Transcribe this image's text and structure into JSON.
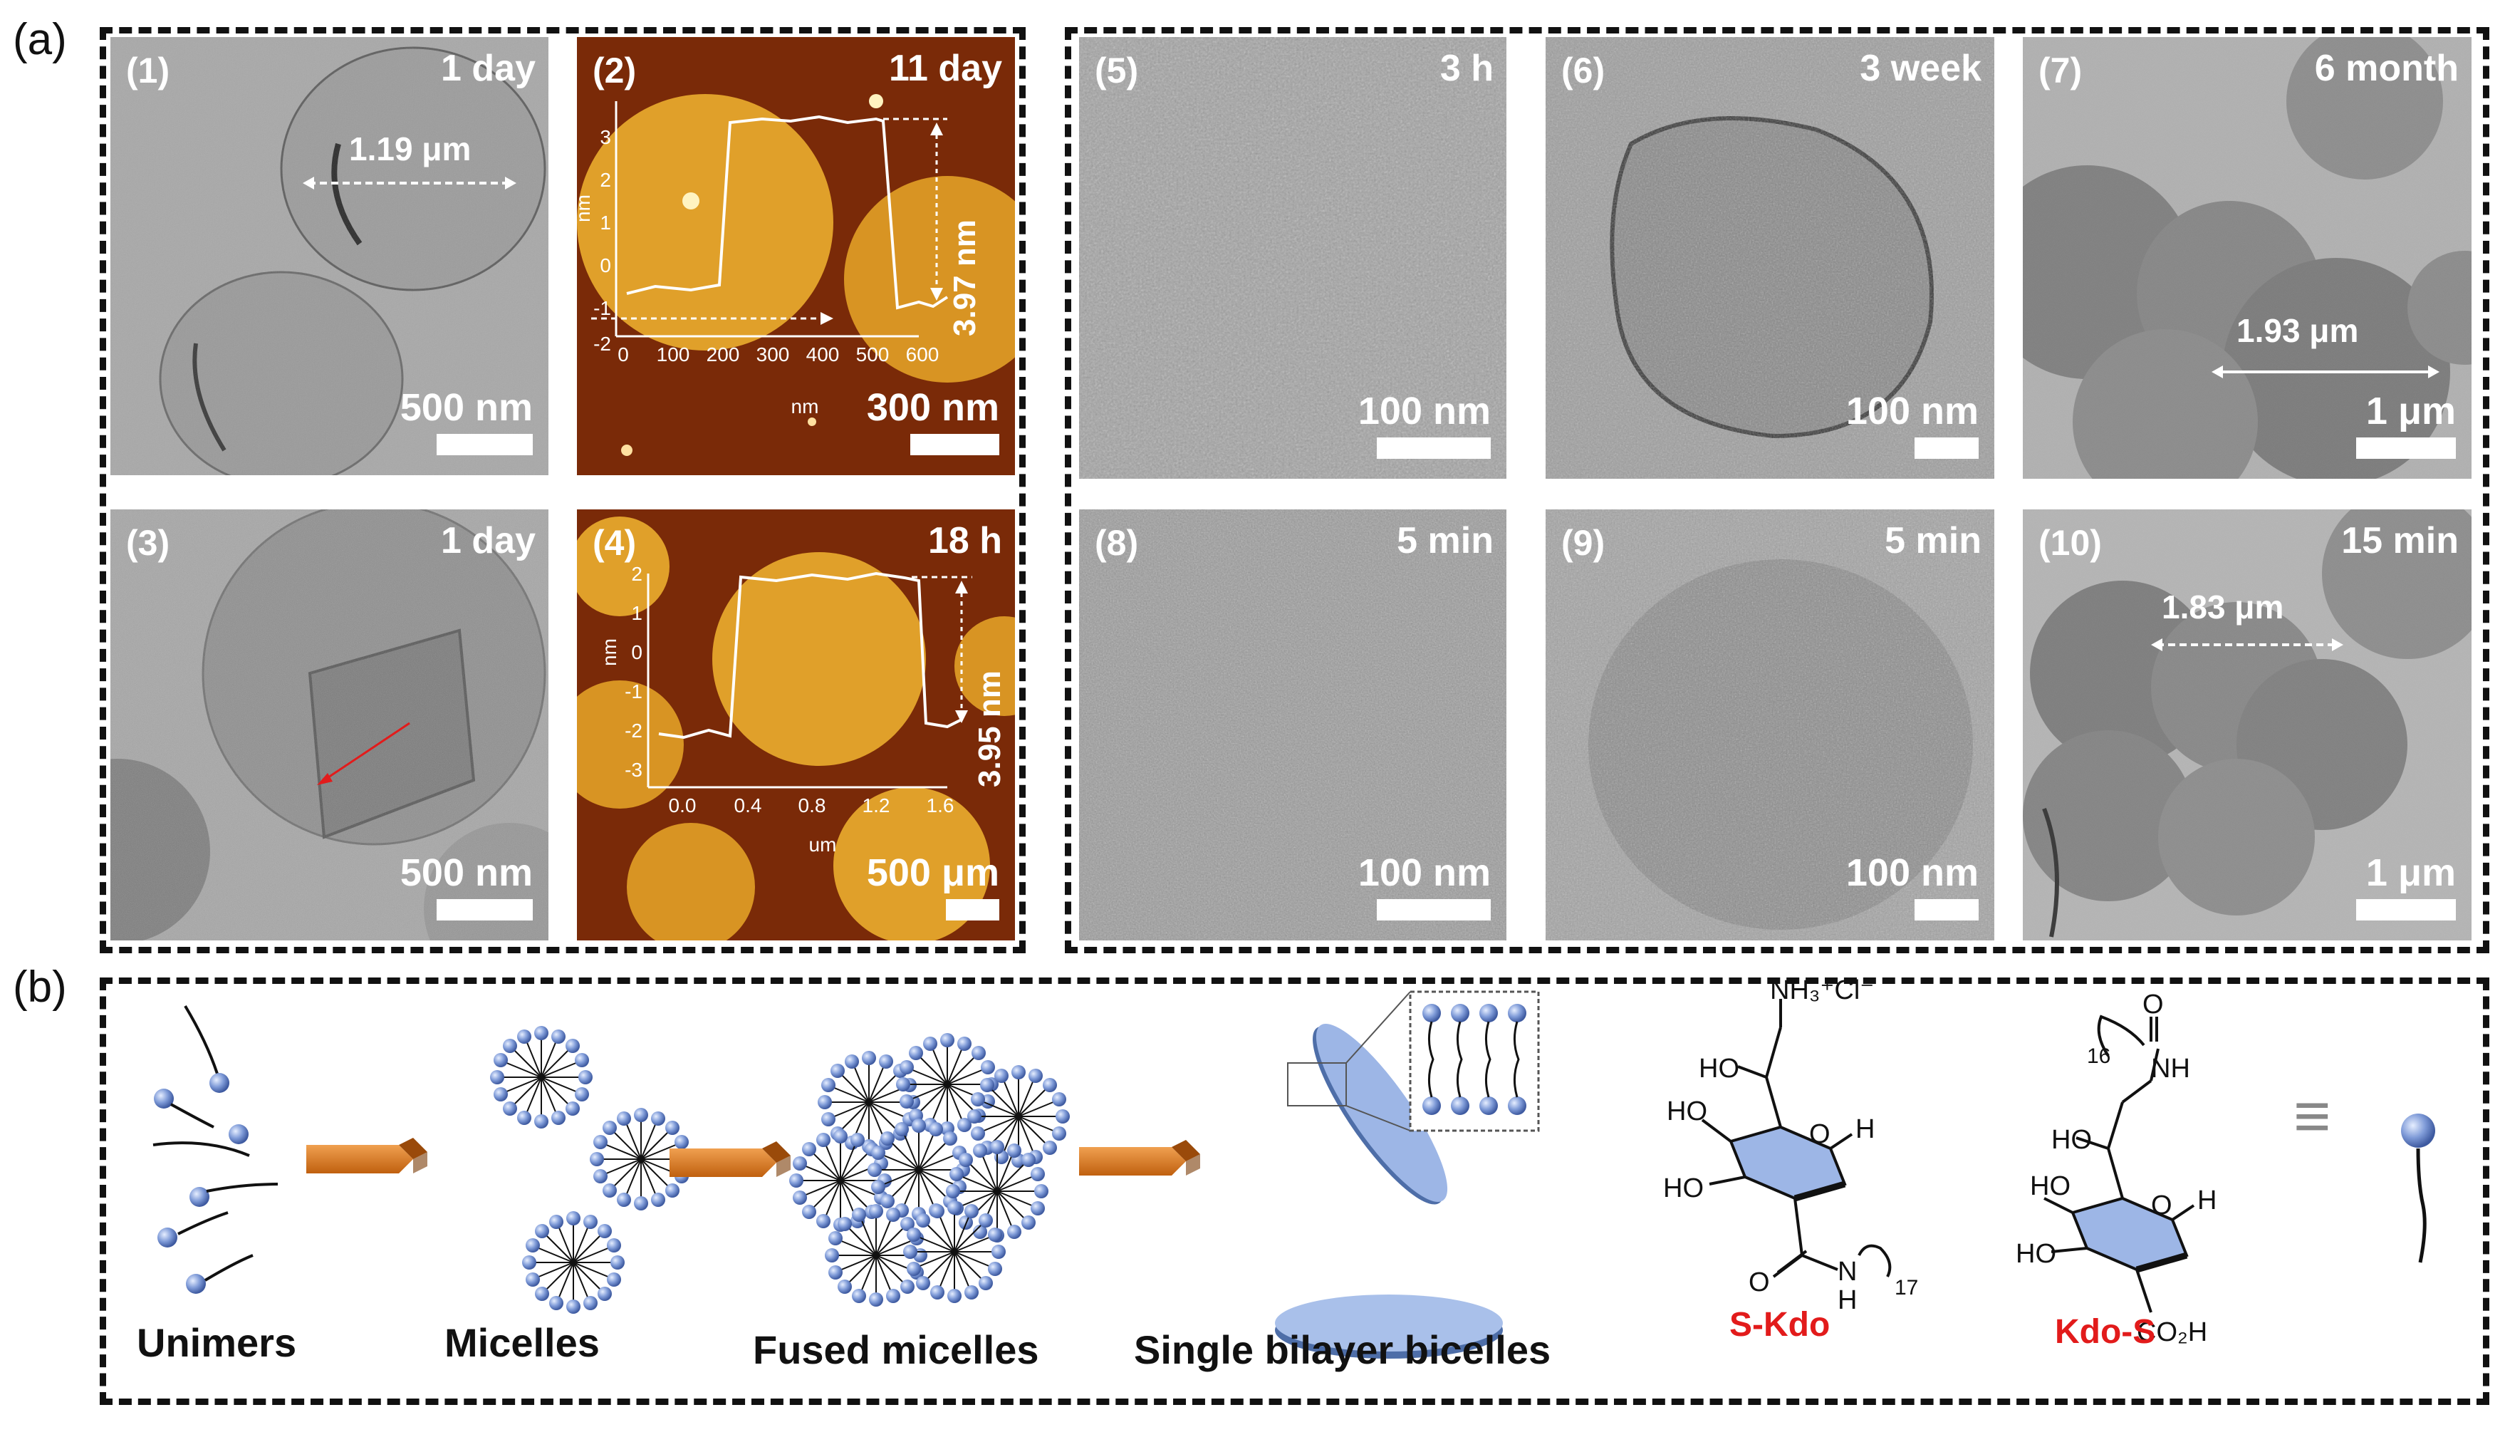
{
  "figure": {
    "label_a": "(a)",
    "label_b": "(b)"
  },
  "panels": [
    {
      "id": "(1)",
      "time": "1 day",
      "scale": "500 nm",
      "measure": "1.19 μm"
    },
    {
      "id": "(2)",
      "time": "11 day",
      "scale": "300 nm",
      "afm_height": "3.97 nm"
    },
    {
      "id": "(3)",
      "time": "1 day",
      "scale": "500 nm"
    },
    {
      "id": "(4)",
      "time": "18 h",
      "scale": "500 μm",
      "afm_height": "3.95 nm"
    },
    {
      "id": "(5)",
      "time": "3 h",
      "scale": "100 nm"
    },
    {
      "id": "(6)",
      "time": "3 week",
      "scale": "100 nm"
    },
    {
      "id": "(7)",
      "time": "6 month",
      "scale": "1 μm",
      "measure": "1.93 μm"
    },
    {
      "id": "(8)",
      "time": "5 min",
      "scale": "100 nm"
    },
    {
      "id": "(9)",
      "time": "5 min",
      "scale": "100 nm"
    },
    {
      "id": "(10)",
      "time": "15 min",
      "scale": "1 μm",
      "measure": "1.83 μm"
    }
  ],
  "afm_plot_2": {
    "x_ticks": [
      "0",
      "100",
      "200",
      "300",
      "400",
      "500",
      "600"
    ],
    "x_unit": "nm",
    "y_ticks": [
      "3",
      "2",
      "1",
      "0",
      "-1",
      "-2"
    ],
    "y_unit": "nm"
  },
  "afm_plot_4": {
    "x_ticks": [
      "0.0",
      "0.4",
      "0.8",
      "1.2",
      "1.6"
    ],
    "x_unit": "um",
    "y_ticks": [
      "2",
      "1",
      "0",
      "-1",
      "-2",
      "-3"
    ],
    "y_unit": "nm"
  },
  "schematic": {
    "steps": [
      "Unimers",
      "Micelles",
      "Fused micelles",
      "Single bilayer bicelles"
    ],
    "molecule_1": {
      "name": "S-Kdo",
      "labels": {
        "nh3": "NH₃⁺Cl⁻",
        "ho1": "HO",
        "ho2": "HO",
        "ho3": "HO",
        "h": "H",
        "o": "O",
        "nh": "N",
        "h2": "H",
        "sub": "17"
      }
    },
    "molecule_2": {
      "name": "Kdo-S",
      "labels": {
        "o": "O",
        "sub": "16",
        "nh": "NH",
        "ho1": "HO",
        "ho2": "HO",
        "ho3": "HO",
        "h": "H",
        "co2h": "CO₂H"
      }
    },
    "equiv": "≡"
  },
  "colors": {
    "tem_gray": "#9a9a9a",
    "afm_brown": "#7a2a08",
    "afm_gold": "#e0a02a",
    "sphere_blue": "#7f9bd8",
    "arrow_orange": "#d9771e",
    "chem_red": "#e21b1b",
    "sugar_blue": "#9db6e6"
  }
}
